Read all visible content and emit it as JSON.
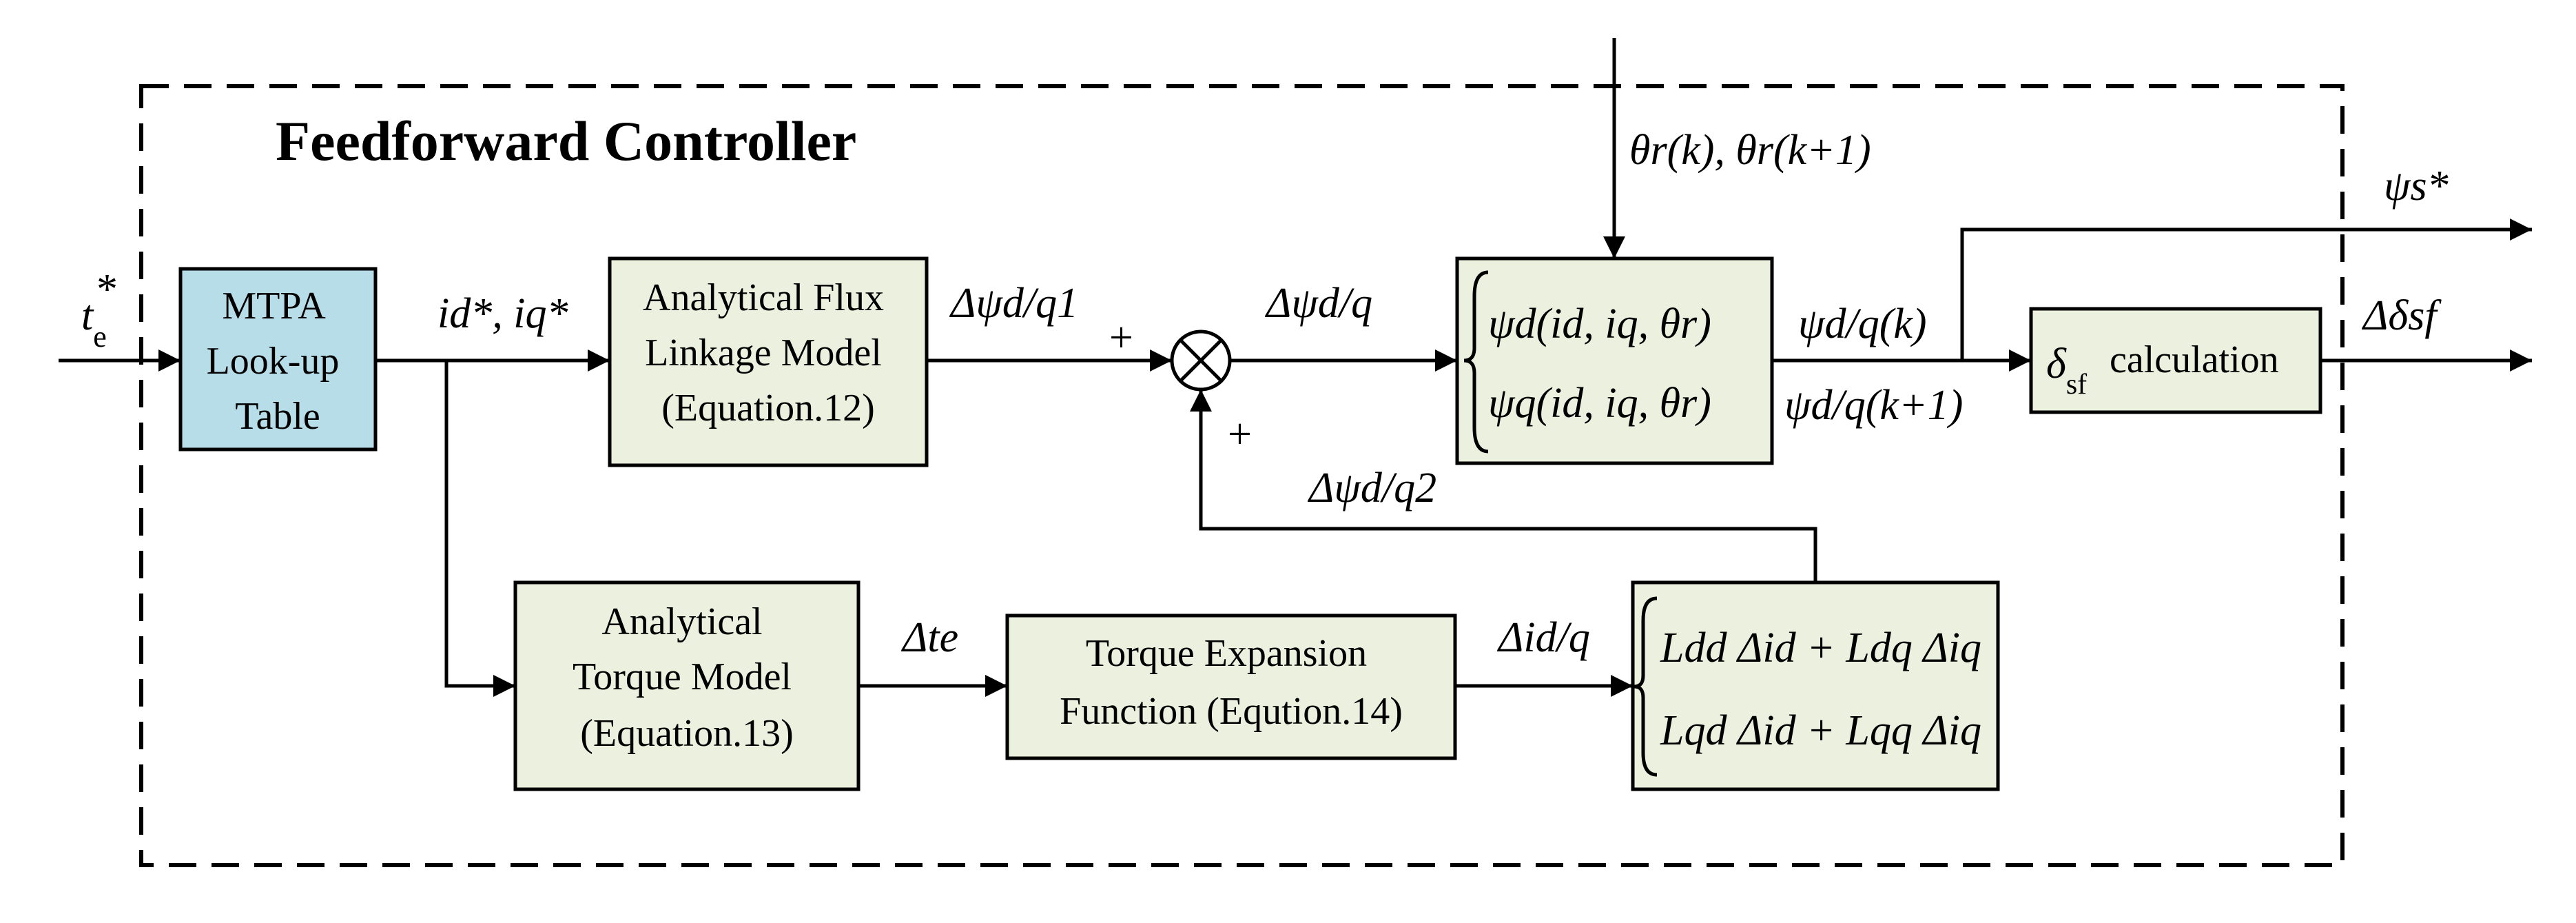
{
  "title": "Feedforward Controller",
  "colors": {
    "blue_box": "#b7dde8",
    "green_box": "#ebf1de",
    "line": "#000000"
  },
  "inputs": {
    "te_star": "t",
    "te_sub": "e",
    "te_sup": "*",
    "theta": "θr(k), θr(k+1)"
  },
  "blocks": {
    "mtpa": [
      "MTPA",
      "Look-up",
      "Table"
    ],
    "flux": [
      "Analytical Flux",
      "Linkage Model",
      "(Equation.12)"
    ],
    "torque": [
      "Analytical",
      "Torque Model",
      "(Equation.13)"
    ],
    "expansion": [
      "Torque Expansion",
      "Function (Eqution.14)"
    ],
    "psi_fn": [
      "ψd(id, iq, θr)",
      "ψq(id, iq, θr)"
    ],
    "inductance": [
      "Ldd Δid + Ldq Δiq",
      "Lqd Δid + Lqq Δiq"
    ],
    "delta_calc": "calculation"
  },
  "signals": {
    "id_iq_star": "id*, iq*",
    "dpsi1": "Δψd/q1",
    "dpsi": "Δψd/q",
    "dpsi2": "Δψd/q2",
    "dte": "Δte",
    "did": "Δid/q",
    "psi_k": "ψd/q(k)",
    "psi_k1": "ψd/q(k+1)",
    "psi_s": "ψs*",
    "ddelta": "Δδsf",
    "plus": "+"
  }
}
